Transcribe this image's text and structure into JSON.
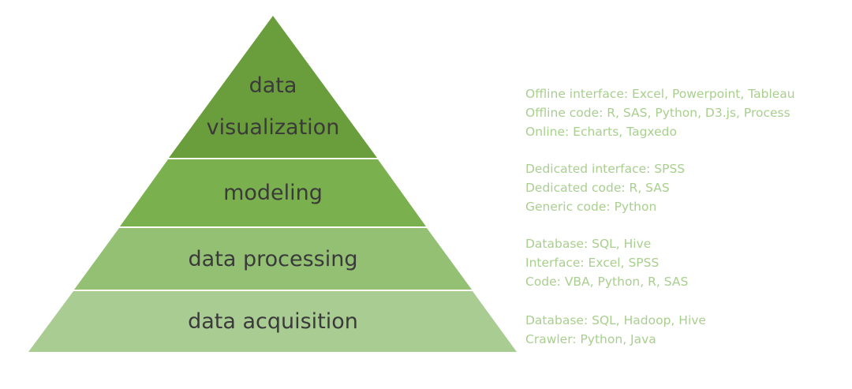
{
  "pyramid": {
    "layers": [
      {
        "label_lines": [
          "data",
          "visualization"
        ],
        "color": "#6a9e3c",
        "descriptions": [
          "Offline interface: Excel, Powerpoint, Tableau",
          "Offline code: R, SAS, Python, D3.js, Process",
          "Online: Echarts, Tagxedo"
        ]
      },
      {
        "label_lines": [
          "modeling"
        ],
        "color": "#7bb04e",
        "descriptions": [
          "Dedicated interface: SPSS",
          "Dedicated code: R, SAS",
          "Generic code: Python"
        ]
      },
      {
        "label_lines": [
          "data processing"
        ],
        "color": "#93c073",
        "descriptions": [
          "Database: SQL, Hive",
          "Interface: Excel, SPSS",
          "Code: VBA, Python, R, SAS"
        ]
      },
      {
        "label_lines": [
          "data acquisition"
        ],
        "color": "#a9cc93",
        "descriptions": [
          "Database: SQL, Hadoop, Hive",
          "Crawler: Python, Java"
        ]
      }
    ],
    "description_color": "#a9cf8f",
    "label_color": "#3a3a3a"
  }
}
